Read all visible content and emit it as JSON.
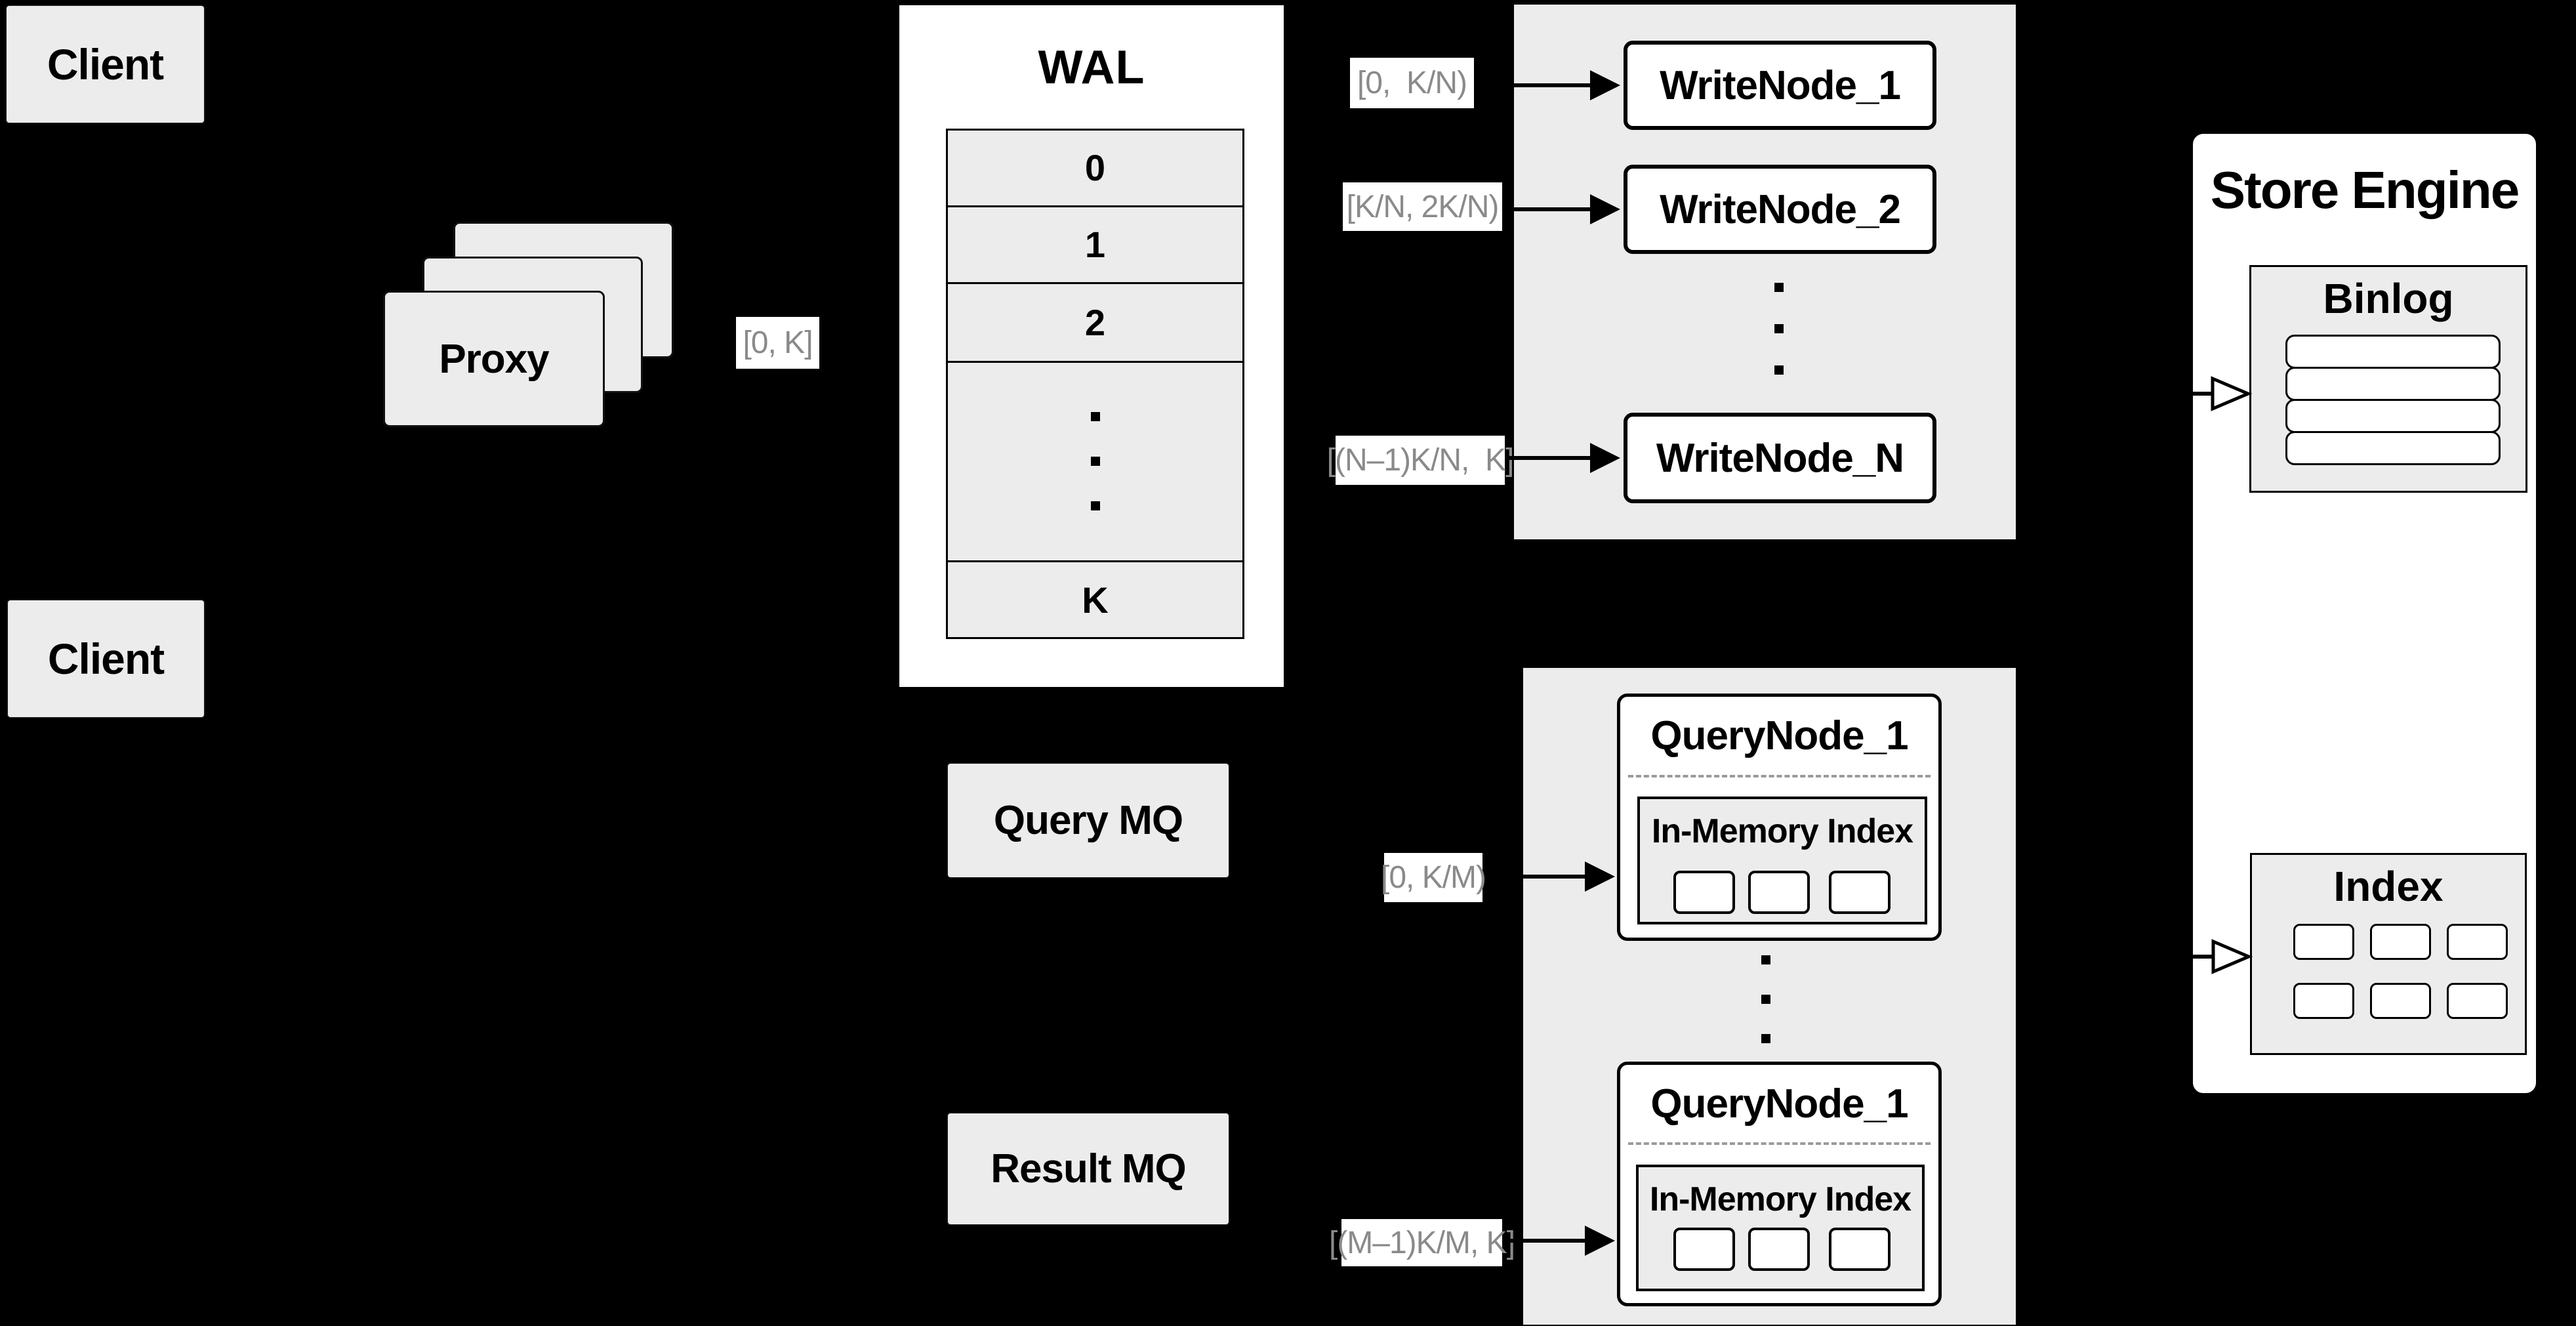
{
  "colors": {
    "background": "#000000",
    "panel_gray": "#ececec",
    "panel_white": "#ffffff",
    "border": "#000000",
    "label_text": "#8a8a8a"
  },
  "clients": [
    {
      "label": "Client"
    },
    {
      "label": "Client"
    }
  ],
  "proxy": {
    "label": "Proxy",
    "range_label": "[0, K]"
  },
  "wal": {
    "title": "WAL",
    "rows": [
      "0",
      "1",
      "2",
      "K"
    ]
  },
  "write_section": {
    "labels": [
      "[0,  K/N)",
      "[K/N, 2K/N)",
      "[(N–1)K/N,  K]"
    ],
    "nodes": [
      "WriteNode_1",
      "WriteNode_2",
      "WriteNode_N"
    ]
  },
  "store_engine": {
    "title": "Store Engine",
    "binlog_title": "Binlog",
    "index_title": "Index"
  },
  "mq": {
    "query_label": "Query MQ",
    "result_label": "Result MQ"
  },
  "query_section": {
    "labels": [
      "[0, K/M)",
      "[(M–1)K/M, K]"
    ],
    "nodes": [
      {
        "title": "QueryNode_1",
        "subtitle": "In-Memory Index"
      },
      {
        "title": "QueryNode_1",
        "subtitle": "In-Memory Index"
      }
    ]
  }
}
